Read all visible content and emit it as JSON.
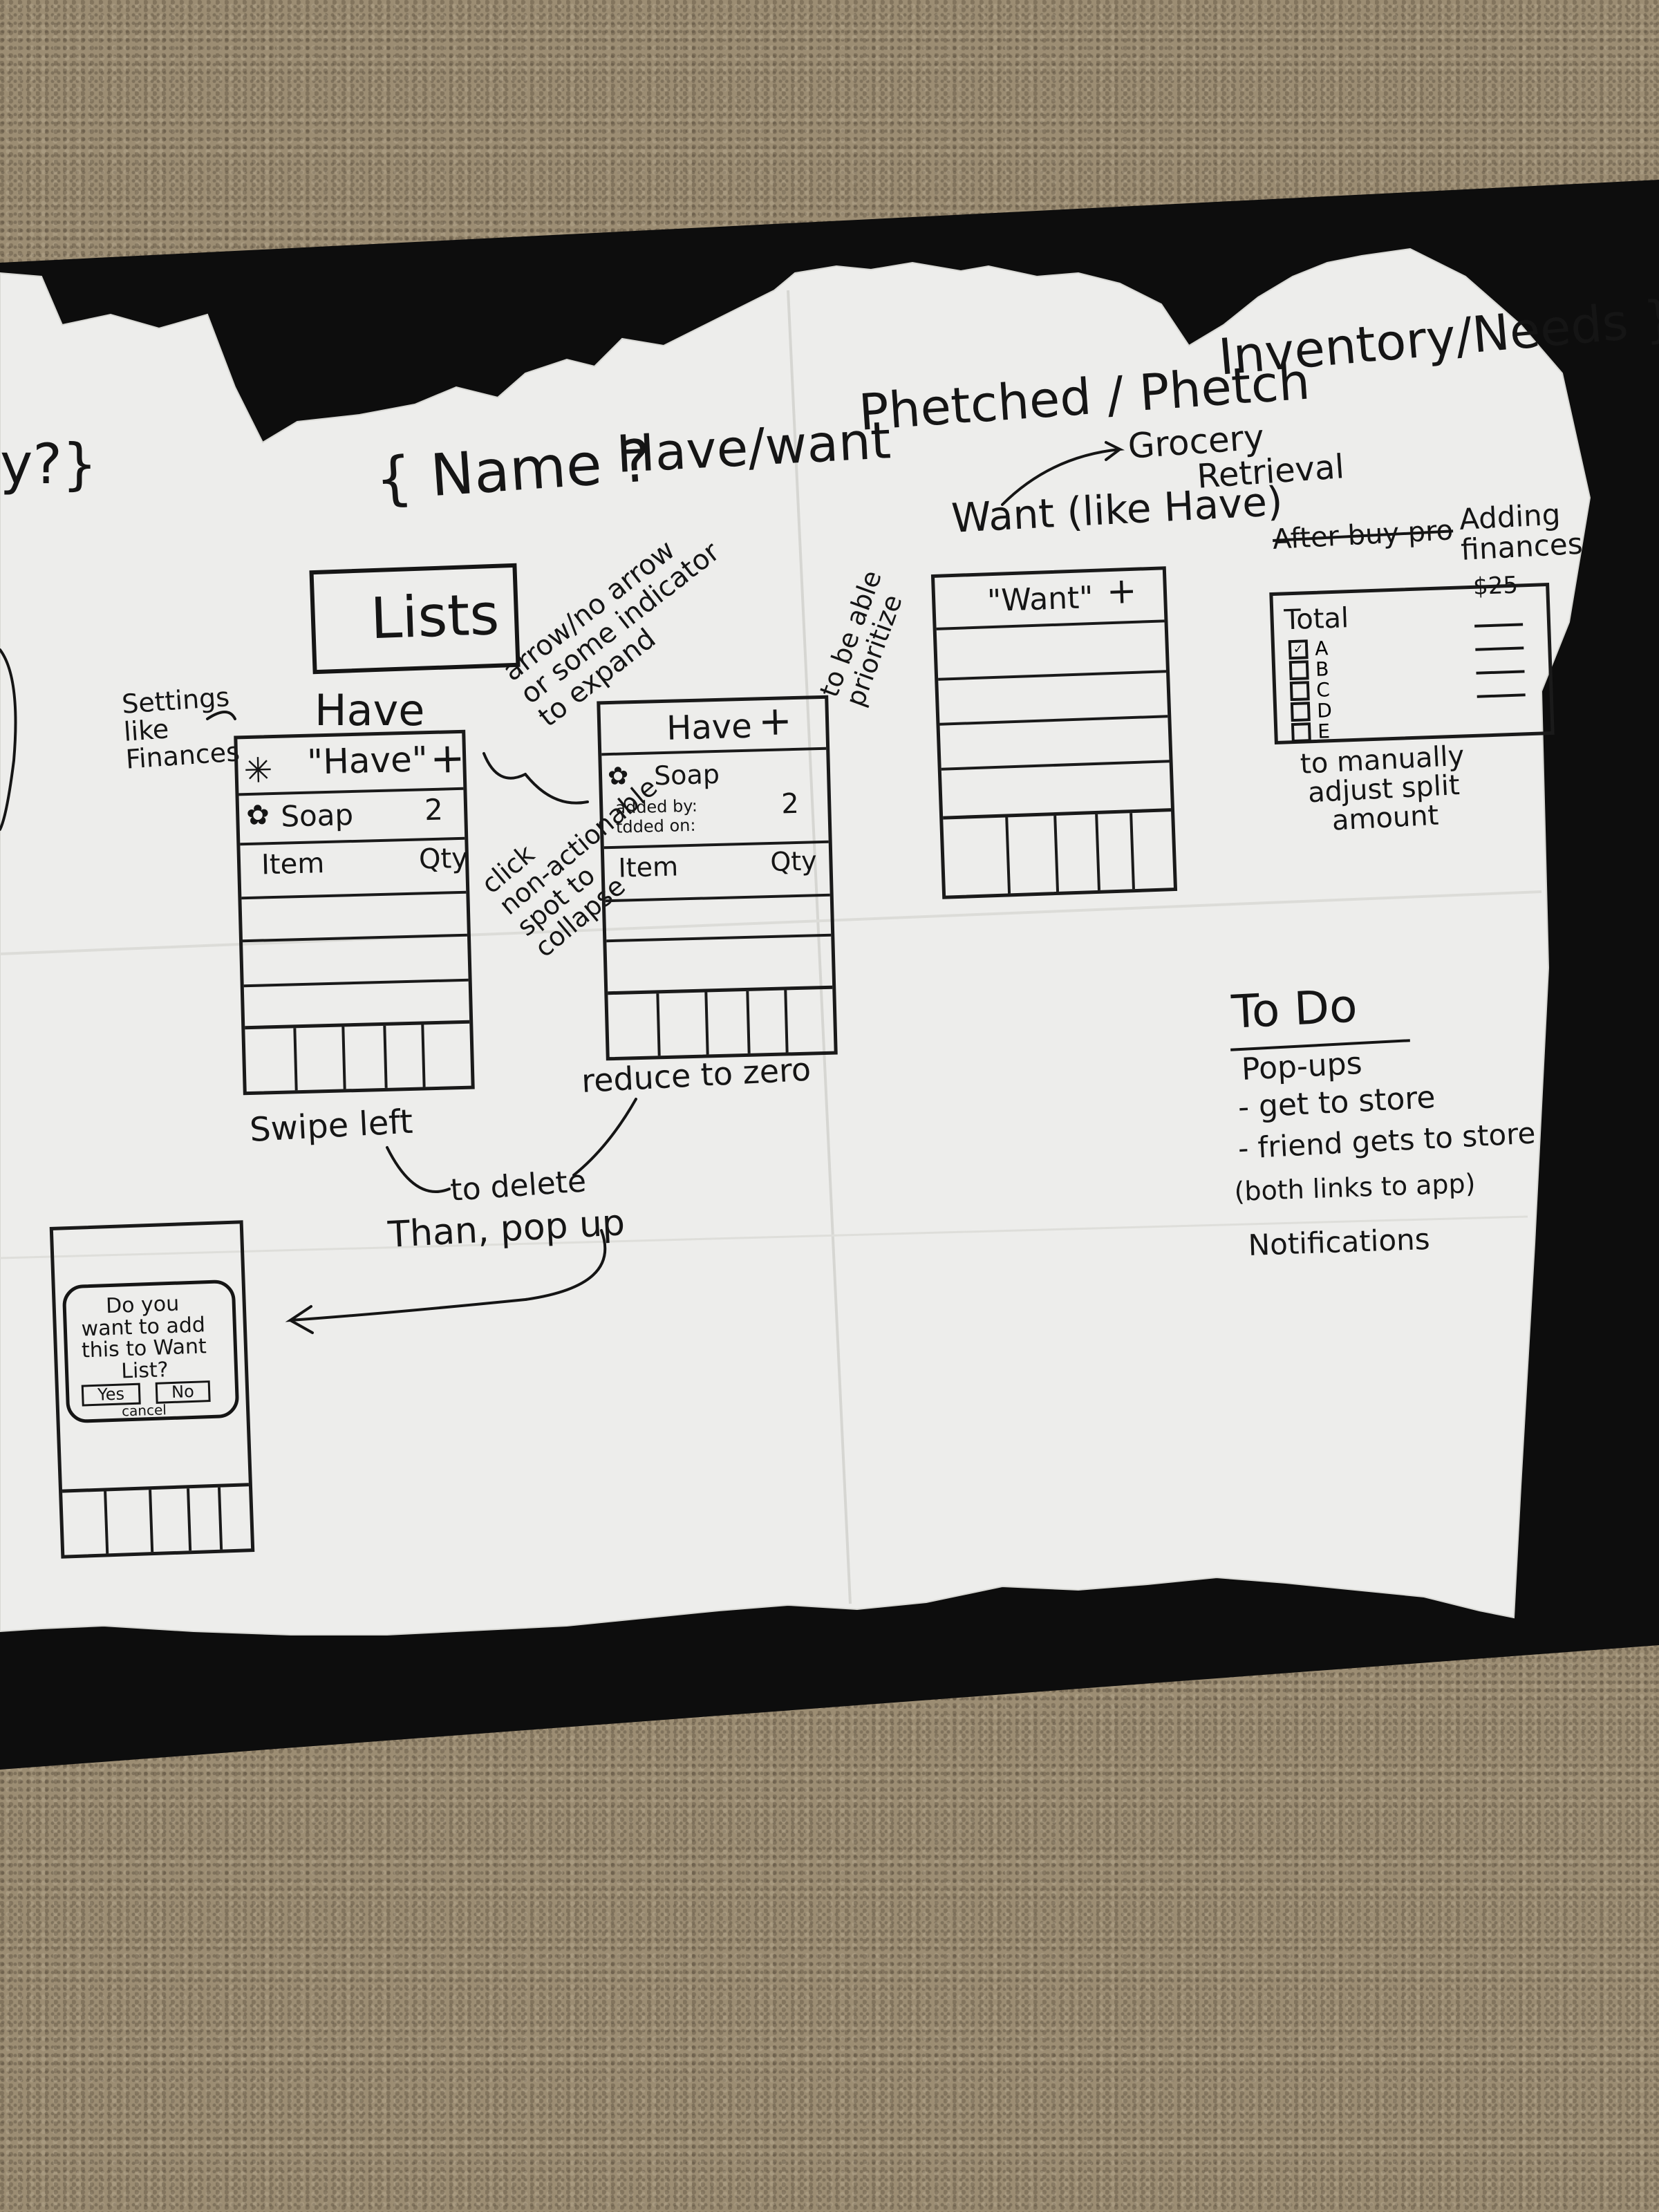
{
  "colors": {
    "ink": "#151515",
    "paper": "#efefed",
    "table": "#0d0d0d",
    "carpet": "#9c8d73"
  },
  "edge_fragment": "y?}",
  "header": {
    "name": "{ Name ?",
    "opt1": "Have/want",
    "opt2": "Phetched / Phetch",
    "opt3": "Inventory/Needs }"
  },
  "grocery": "Grocery",
  "retrieval": "Retrieval",
  "lists_box": "Lists",
  "settings_note": "Settings\nlike\nFinances",
  "arrow_note": "arrow/no arrow\nor some indicator\nto expand",
  "click_note": "click\nnon-actionable\nspot to\ncollapse",
  "have_mock": {
    "caption": "Have",
    "title": "\"Have\"",
    "plus": "+",
    "row1_item": "Soap",
    "row1_qty": "2",
    "row2_item": "Item",
    "row2_qty": "Qty"
  },
  "expanded_mock": {
    "title": "Have",
    "plus": "+",
    "row1_item": "Soap",
    "sub1": "added by:",
    "sub2": "tdded on:",
    "row1_qty": "2",
    "row2_item": "Item",
    "row2_qty": "Qty"
  },
  "want_mock": {
    "caption": "Want (like Have)",
    "title": "\"Want\"",
    "plus": "+",
    "side_note": "to be able\nprioritize"
  },
  "finances": {
    "struck": "After buy pro",
    "heading": "Adding finances",
    "total_label": "Total",
    "price": "$25",
    "options": [
      "A",
      "B",
      "C",
      "D",
      "E"
    ],
    "note": "to manually\nadjust split\namount"
  },
  "flow": {
    "swipe_left": "Swipe left",
    "reduce_to_zero": "reduce to zero",
    "to_delete": "to delete",
    "then_popup": "Than, pop up"
  },
  "popup_mock": {
    "question": "Do you\nwant to add\nthis to Want\nList?",
    "yes": "Yes",
    "no": "No",
    "cancel": "cancel"
  },
  "todo": {
    "title": "To Do",
    "popups": "Pop-ups",
    "item1": "- get to store",
    "item2": "- friend gets to store",
    "item3": "(both links to app)",
    "notifications": "Notifications"
  }
}
